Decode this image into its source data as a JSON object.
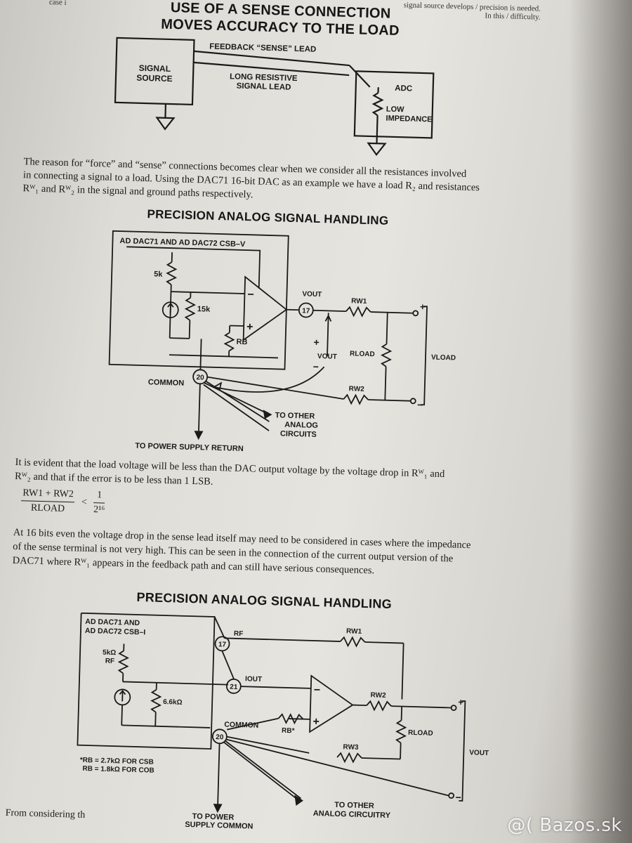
{
  "page": {
    "corner_left": "case i",
    "corner_right": "signal source develops / precision is needed. In this / difficulty.",
    "watermark": "@( Bazos.sk",
    "foot_text": "From considering th"
  },
  "fig1": {
    "title_line1": "USE OF A SENSE CONNECTION",
    "title_line2": "MOVES ACCURACY TO THE LOAD",
    "signal_source_1": "SIGNAL",
    "signal_source_2": "SOURCE",
    "feedback_label": "FEEDBACK “SENSE” LEAD",
    "long_lead_1": "LONG RESISTIVE",
    "long_lead_2": "SIGNAL LEAD",
    "adc_label": "ADC",
    "low_1": "LOW",
    "low_2": "IMPEDANCE"
  },
  "para1": {
    "line1": "The reason for “force” and “sense” connections becomes clear when we consider all the resistances involved",
    "line2": "in connecting a signal to a load. Using the DAC71 16-bit DAC as an example we have a load R₂ and resistances",
    "line3": "Rᵂ₁ and Rᵂ₂ in the signal and ground paths respectively."
  },
  "fig2": {
    "title": "PRECISION ANALOG SIGNAL HANDLING",
    "box_label": "AD DAC71 AND AD DAC72 CSB–V",
    "r5k": "5k",
    "r15k": "15k",
    "rb": "RB",
    "minus": "−",
    "plus": "+",
    "vout": "VOUT",
    "pin17": "17",
    "pin20": "20",
    "rw1": "RW1",
    "rload": "RLOAD",
    "vout_label": "VLOAD",
    "vout_arrow": "VOUT",
    "plus_terminal": "+",
    "minus_terminal": "−",
    "rw2": "RW2",
    "common": "COMMON",
    "to_other_1": "TO OTHER",
    "to_other_2": "ANALOG",
    "to_other_3": "CIRCUITS",
    "to_power": "TO POWER SUPPLY RETURN"
  },
  "para2": {
    "line1": "It is evident that the load voltage will be less than the DAC output voltage by the voltage drop in Rᵂ₁ and",
    "line2": "Rᵂ₂ and that if the error is to be less than 1 LSB."
  },
  "formula": {
    "numerator": "RW1 + RW2",
    "denominator": "RLOAD",
    "relation": "<",
    "rhs_num": "1",
    "rhs_den": "2¹⁶"
  },
  "para3": {
    "line1": "At 16 bits even the voltage drop in the sense lead itself may need to be considered in cases where the impedance",
    "line2": "of the sense terminal is not very high. This can be seen in the connection of the current output version of the",
    "line3": "DAC71 where Rᵂ₁ appears in the feedback path and can still have serious consequences."
  },
  "fig3": {
    "title": "PRECISION ANALOG SIGNAL HANDLING",
    "box_label_1": "AD DAC71 AND",
    "box_label_2": "AD DAC72 CSB–I",
    "r5k": "5kΩ",
    "rf_left": "RF",
    "r66k": "6.6kΩ",
    "pin17": "17",
    "pin21": "21",
    "pin20": "20",
    "rf": "RF",
    "iout": "IOUT",
    "common": "COMMON",
    "rb": "RB*",
    "rw1": "RW1",
    "rw2": "RW2",
    "rw3": "RW3",
    "rload": "RLOAD",
    "minus": "−",
    "plus": "+",
    "plus_terminal": "+",
    "minus_terminal": "−",
    "vout": "VOUT",
    "note_1": "*RB = 2.7kΩ FOR CSB",
    "note_2": "RB = 1.8kΩ FOR COB",
    "to_other_1": "TO OTHER",
    "to_other_2": "ANALOG CIRCUITRY",
    "to_power_1": "TO POWER",
    "to_power_2": "SUPPLY COMMON"
  }
}
